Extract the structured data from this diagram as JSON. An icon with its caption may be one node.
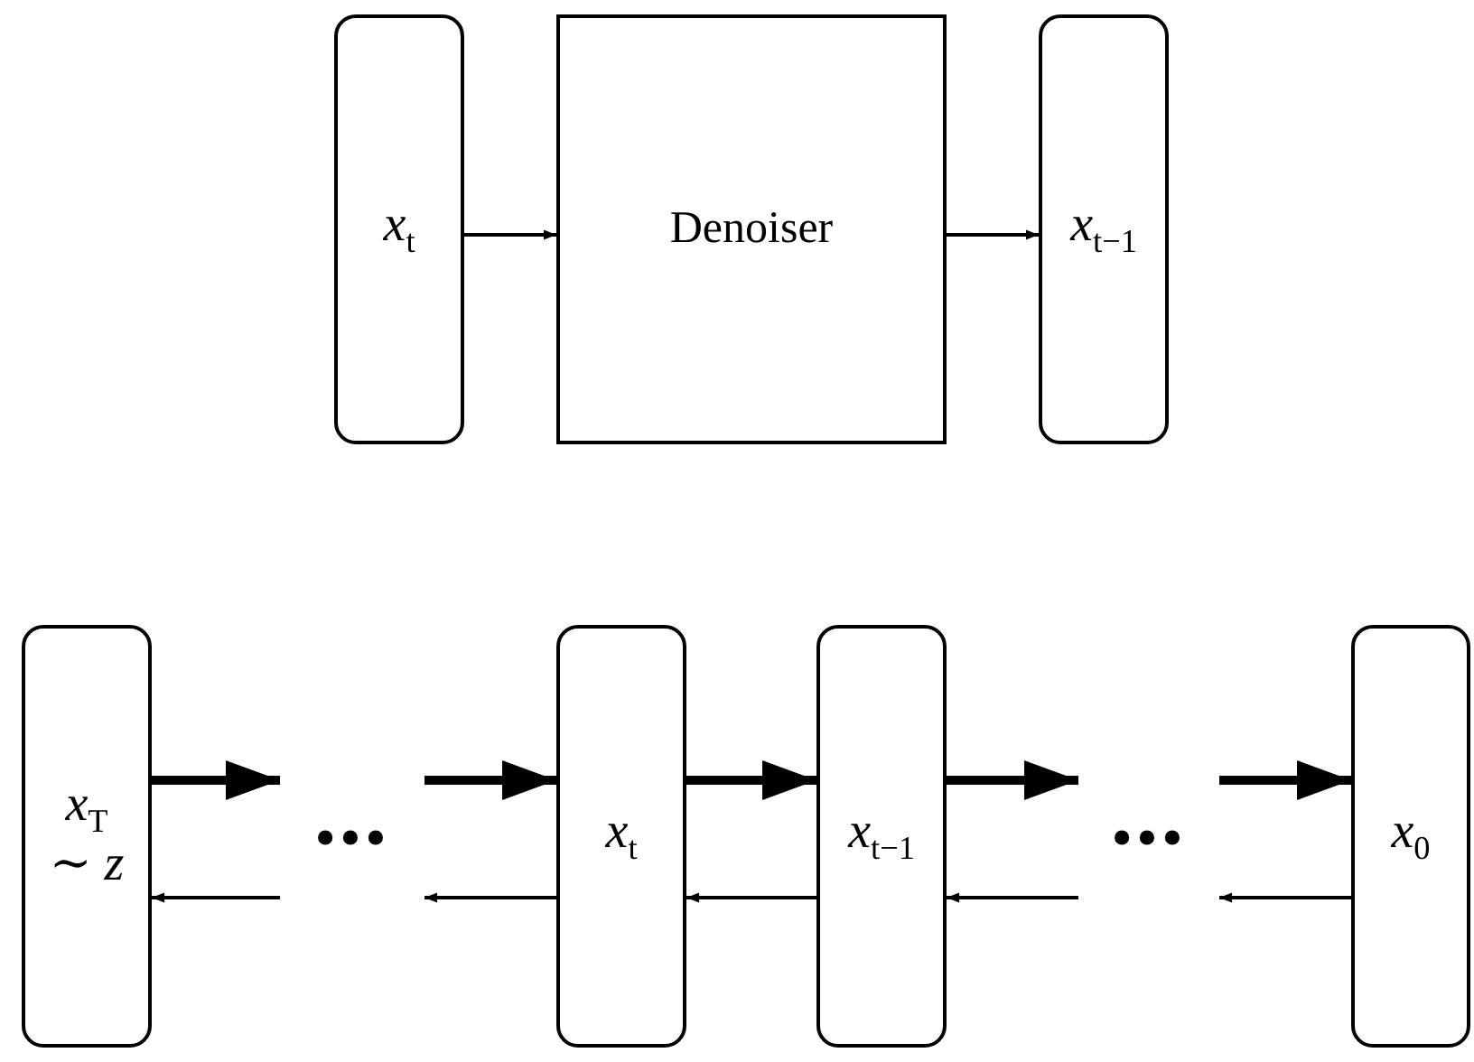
{
  "diagram": {
    "nodes": [
      {
        "text": [
          "*x*$_{t}$"
        ]
      },
      {
        "text": [
          "Denoiser"
        ]
      },
      {
        "text": [
          "*x*$_{t−1}$"
        ]
      },
      {
        "text": [
          "*x*$_{T}$",
          "∼ *z*"
        ]
      },
      {
        "text": [
          "•••"
        ]
      },
      {
        "text": [
          "*x*$_{t}$"
        ]
      },
      {
        "text": [
          "*x*$_{t−1}$"
        ]
      },
      {
        "text": [
          "•••"
        ]
      },
      {
        "text": [
          "*x*$_{0}$"
        ]
      }
    ],
    "edges": [
      {
        "from": 0,
        "to": 1,
        "arrow": "to"
      },
      {
        "from": 1,
        "to": 2,
        "arrow": "to"
      },
      {
        "from": 3,
        "to": 4,
        "arrow": "to",
        "style": "thick"
      },
      {
        "from": 4,
        "to": 5,
        "arrow": "to",
        "style": "thick"
      },
      {
        "from": 5,
        "to": 6,
        "arrow": "to",
        "style": "thick"
      },
      {
        "from": 6,
        "to": 7,
        "arrow": "to",
        "style": "thick"
      },
      {
        "from": 7,
        "to": 8,
        "arrow": "to",
        "style": "thick"
      },
      {
        "from": 4,
        "to": 3,
        "arrow": "to"
      },
      {
        "from": 5,
        "to": 4,
        "arrow": "to"
      },
      {
        "from": 6,
        "to": 5,
        "arrow": "to"
      },
      {
        "from": 7,
        "to": 6,
        "arrow": "to"
      },
      {
        "from": 8,
        "to": 7,
        "arrow": "to"
      }
    ]
  }
}
